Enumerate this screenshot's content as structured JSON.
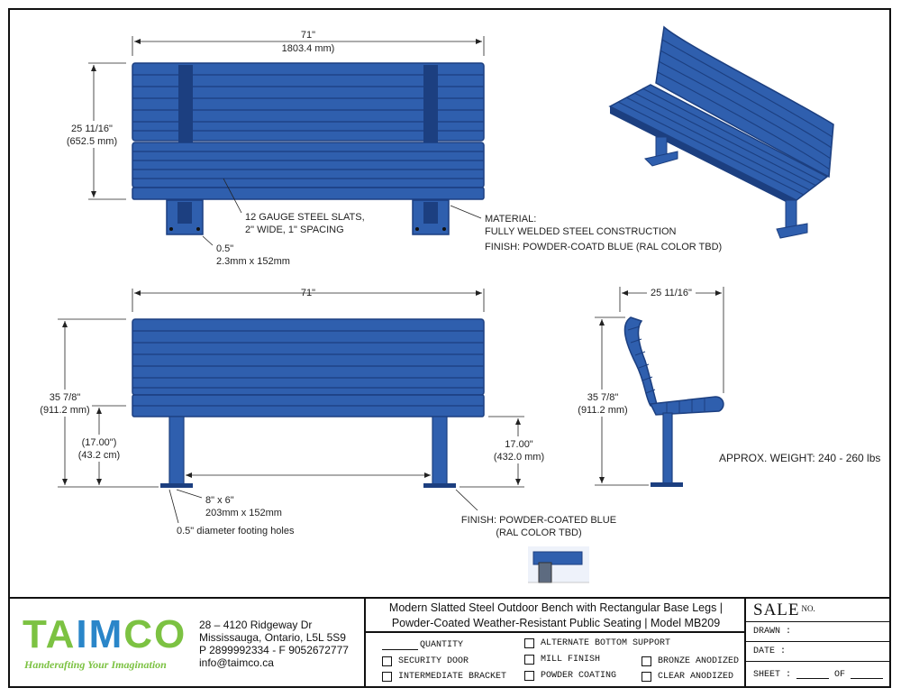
{
  "front_view": {
    "width_label": "71\"",
    "width_metric": "1803.4 mm)",
    "height_label": "25 11/16\"",
    "height_metric": "(652.5 mm)",
    "slat_note": [
      "12 GAUGE STEEL SLATS,",
      "2\" WIDE, 1\" SPACING"
    ],
    "plate_note": [
      "0.5\"",
      "2.3mm x 152mm"
    ],
    "material_note": [
      "MATERIAL:",
      "FULLY WELDED STEEL CONSTRUCTION"
    ],
    "finish_note": "FINISH: POWDER-COATD BLUE (RAL COLOR TBD)"
  },
  "elevation_view": {
    "width_label": "71\"",
    "height_label": "35 7/8\"",
    "height_metric": "(911.2 mm)",
    "seat_height_left": "(17.00\")",
    "seat_height_left_metric": "(43.2 cm)",
    "seat_height_right": "17.00\"",
    "seat_height_right_metric": "(432.0 mm)",
    "plate_note": [
      "8\" x 6\"",
      "203mm x 152mm"
    ],
    "holes_note": "0.5\" diameter footing holes",
    "finish_note": [
      "FINISH: POWDER-COATED BLUE",
      "(RAL COLOR TBD)"
    ]
  },
  "side_view": {
    "depth_label": "25 11/16\"",
    "height_label": "35 7/8\"",
    "height_metric": "(911.2 mm)",
    "weight_note": "APPROX. WEIGHT: 240 - 260 lbs"
  },
  "title_block": {
    "logo_left": "TA",
    "logo_mid": "IM",
    "logo_right": "CO",
    "tagline": "Handerafting Your Imagination",
    "address": [
      "28 – 4120 Ridgeway Dr",
      "Mississauga, Ontario, L5L 5S9",
      "P 2899992334 - F 9052672777",
      "info@taimco.ca"
    ],
    "product_title": [
      "Modern Slatted Steel Outdoor Bench with Rectangular Base Legs |",
      "Powder-Coated Weather-Resistant Public Seating | Model MB209"
    ],
    "quantity": "QUANTITY",
    "options": [
      "ALTERNATE BOTTOM SUPPORT",
      "SECURITY DOOR",
      "MILL FINISH",
      "BRONZE ANODIZED",
      "INTERMEDIATE BRACKET",
      "POWDER COATING",
      "CLEAR ANODIZED"
    ],
    "sale": "SALE",
    "sale_no": "NO.",
    "drawn": "DRAWN :",
    "date": "DATE :",
    "sheet": "SHEET :",
    "of": "OF"
  },
  "colors": {
    "bench_blue": "#2f5fae",
    "bench_dark": "#1c3f80",
    "logo_green": "#7cc242",
    "logo_blue": "#2a86c9"
  }
}
